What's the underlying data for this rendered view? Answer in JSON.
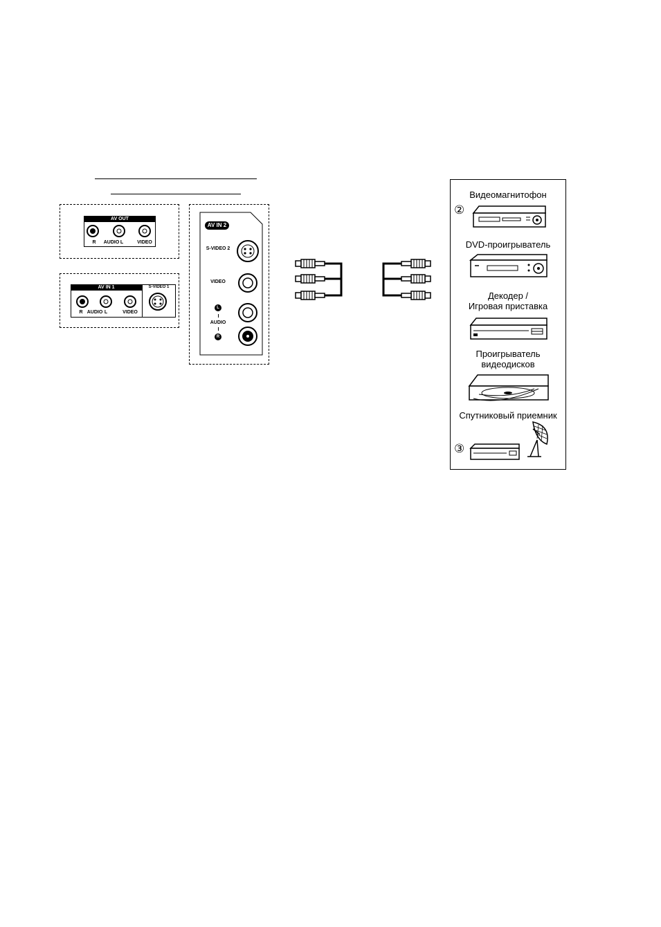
{
  "tv_panels": {
    "av_out": {
      "header": "AV OUT",
      "audio_label": "AUDIO",
      "r": "R",
      "l": "L",
      "video_label": "VIDEO"
    },
    "av_in1": {
      "header": "AV IN 1",
      "svideo_header": "S-VIDEO 1",
      "audio_label": "AUDIO",
      "r": "R",
      "l": "L",
      "video_label": "VIDEO"
    },
    "av_in2": {
      "badge": "AV IN 2",
      "svideo_label": "S-VIDEO 2",
      "video_label": "VIDEO",
      "l": "L",
      "audio_label": "AUDIO",
      "r": "R"
    }
  },
  "devices": {
    "vcr": "Видеомагнитофон",
    "dvd": "DVD-проигрыватель",
    "decoder_line1": "Декодер /",
    "decoder_line2": "Игровая приставка",
    "videodisc_line1": "Проигрыватель",
    "videodisc_line2": "видеодисков",
    "satellite": "Спутниковый приемник",
    "marker_2": "②",
    "marker_3": "③"
  }
}
